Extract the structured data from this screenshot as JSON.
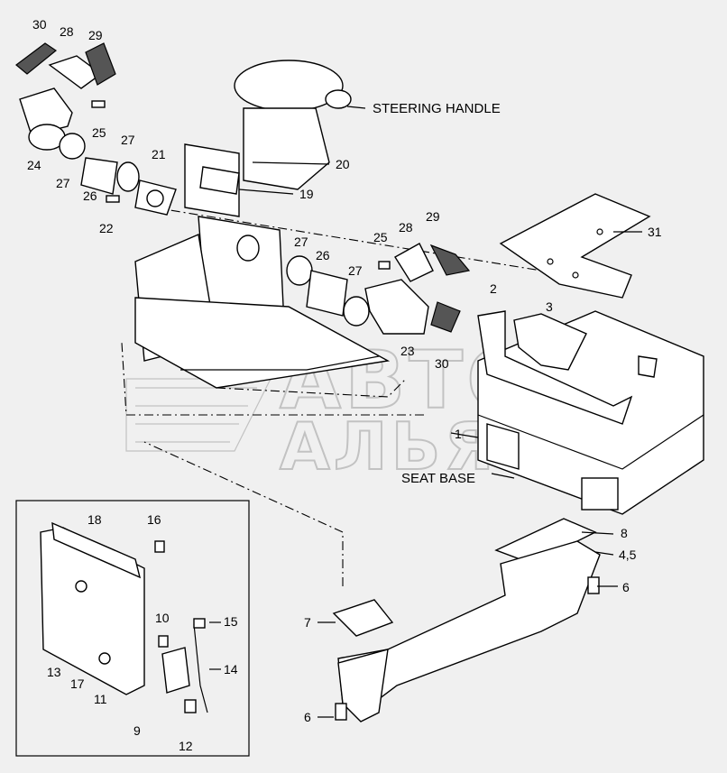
{
  "labels": {
    "steering_handle": "STEERING HANDLE",
    "seat_base": "SEAT BASE"
  },
  "watermark": {
    "line1": "АВТО",
    "line2": "АЛЬЯНС"
  },
  "callouts": {
    "n1": "1",
    "n2": "2",
    "n3": "3",
    "n4_5": "4,5",
    "n6a": "6",
    "n6b": "6",
    "n7": "7",
    "n8": "8",
    "n9": "9",
    "n10": "10",
    "n11": "11",
    "n12": "12",
    "n13": "13",
    "n14": "14",
    "n15": "15",
    "n16": "16",
    "n17": "17",
    "n18": "18",
    "n19": "19",
    "n20": "20",
    "n21": "21",
    "n22": "22",
    "n23": "23",
    "n24": "24",
    "n25a": "25",
    "n25b": "25",
    "n26a": "26",
    "n26b": "26",
    "n27a": "27",
    "n27b": "27",
    "n27c": "27",
    "n27d": "27",
    "n28a": "28",
    "n28b": "28",
    "n29a": "29",
    "n29b": "29",
    "n30a": "30",
    "n30b": "30",
    "n31": "31"
  },
  "colors": {
    "background": "#f0f0f0",
    "ink": "#000000",
    "watermark": "#8c8c8c"
  }
}
